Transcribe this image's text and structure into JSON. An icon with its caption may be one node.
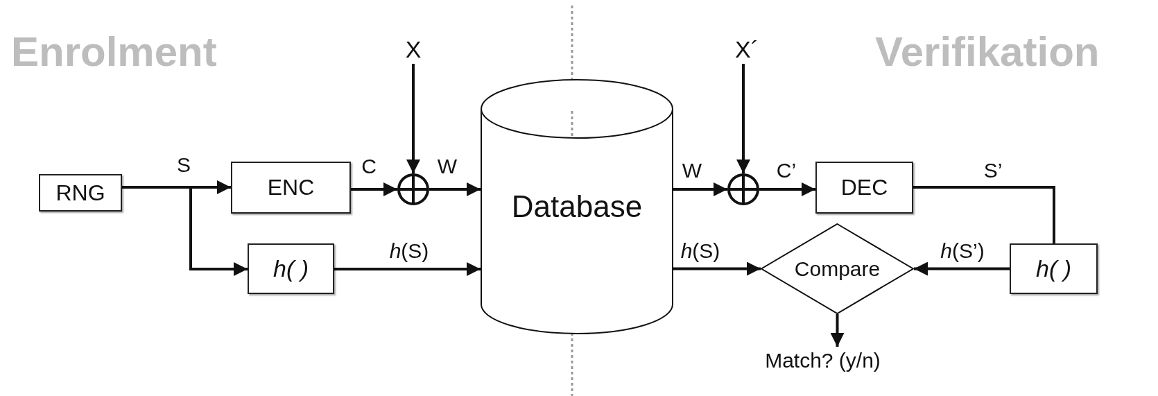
{
  "diagram": {
    "nodes": [
      {
        "text": [
          "RNG"
        ]
      },
      {
        "text": [
          "ENC"
        ]
      },
      {
        "text": [],
        "shape": "circle"
      },
      {
        "text": [
          "X"
        ]
      },
      {
        "text": [
          "h( )"
        ]
      },
      {
        "text": [
          "Database"
        ]
      },
      {
        "text": [
          "X´"
        ]
      },
      {
        "text": [],
        "shape": "circle"
      },
      {
        "text": [
          "DEC"
        ]
      },
      {
        "text": [
          "Compare"
        ]
      },
      {
        "text": [
          "h( )"
        ]
      },
      {
        "text": [
          "Match? (y/n)"
        ]
      }
    ],
    "edges": [
      {
        "from": 0,
        "to": 1,
        "arrow": "to",
        "label": "S"
      },
      {
        "from": 0,
        "to": 4,
        "arrow": "to"
      },
      {
        "from": 1,
        "to": 2,
        "arrow": "to",
        "label": "C"
      },
      {
        "from": 3,
        "to": 2,
        "arrow": "to"
      },
      {
        "from": 2,
        "to": 5,
        "arrow": "to",
        "label": "W"
      },
      {
        "from": 4,
        "to": 5,
        "arrow": "to",
        "label": "*h*(S)"
      },
      {
        "from": 5,
        "to": 7,
        "arrow": "to",
        "label": "W"
      },
      {
        "from": 6,
        "to": 7,
        "arrow": "to"
      },
      {
        "from": 7,
        "to": 8,
        "arrow": "to",
        "label": "C’"
      },
      {
        "from": 8,
        "to": 10,
        "arrow": "none",
        "label": "S’"
      },
      {
        "from": 5,
        "to": 9,
        "arrow": "to",
        "label": "*h*(S)"
      },
      {
        "from": 10,
        "to": 9,
        "arrow": "to",
        "label": "*h*(S’)"
      },
      {
        "from": 9,
        "to": 11,
        "arrow": "to"
      }
    ],
    "labels": [
      "Enrolment",
      "Verifikation"
    ]
  }
}
